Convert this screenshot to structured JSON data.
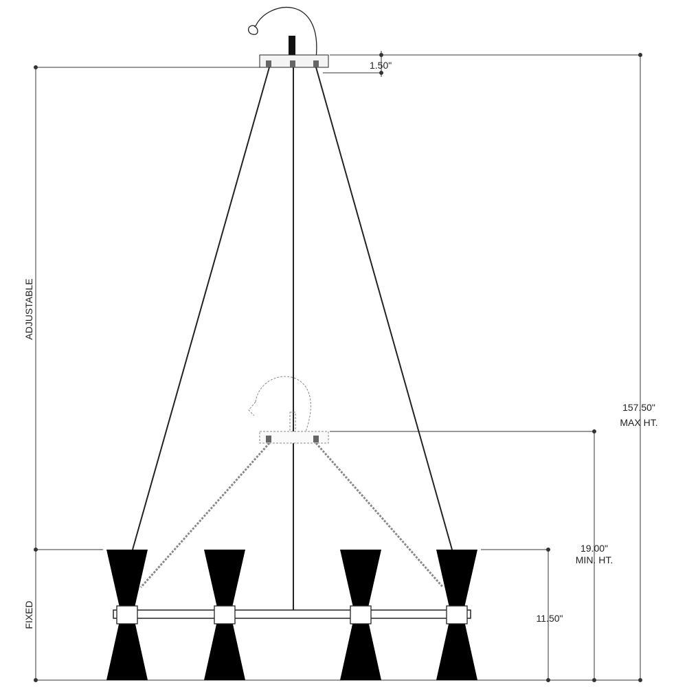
{
  "dimensions": {
    "canopy_height": "1.50\"",
    "max_height_value": "157.50\"",
    "max_height_label": "MAX HT.",
    "min_height_value": "19.00\"",
    "min_height_label": "MIN. HT.",
    "fixed_height": "11.50\"",
    "adjustable_label": "ADJUSTABLE",
    "fixed_label": "FIXED"
  },
  "colors": {
    "line": "#222222",
    "fill": "#000000",
    "dashed": "#888888"
  }
}
